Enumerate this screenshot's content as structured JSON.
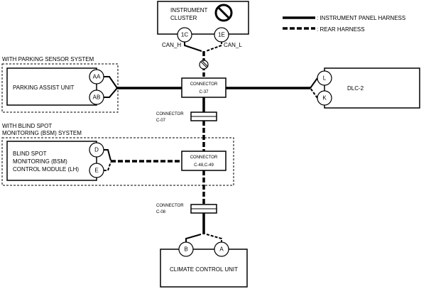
{
  "legend": {
    "solid_label": ": INSTRUMENT PANEL HARNESS",
    "dashed_label": ": REAR HARNESS"
  },
  "instrument_cluster": {
    "line1": "INSTRUMENT",
    "line2": "CLUSTER",
    "pin_left": "1C",
    "pin_right": "1E",
    "can_h": "CAN_H",
    "can_l": "CAN_L"
  },
  "parking_group": {
    "title": "WITH PARKING SENSOR SYSTEM",
    "unit": "PARKING ASSIST UNIT",
    "pin_top": "AA",
    "pin_bottom": "AB"
  },
  "connector_c37": {
    "line1": "CONNECTOR",
    "line2": "C-37"
  },
  "dlc": {
    "label": "DLC-2",
    "pin_top": "L",
    "pin_bottom": "K"
  },
  "connector_c07": {
    "line1": "CONNECTOR",
    "line2": "C-07"
  },
  "bsm_group": {
    "title_line1": "WITH BLIND SPOT",
    "title_line2": "MONITORING (BSM) SYSTEM",
    "unit_line1": "BLIND SPOT",
    "unit_line2": "MONITORING (BSM)",
    "unit_line3": "CONTROL MODULE (LH)",
    "pin_top": "D",
    "pin_bottom": "E"
  },
  "connector_c48": {
    "line1": "CONNECTOR",
    "line2": "C-48,C-49"
  },
  "connector_c08": {
    "line1": "CONNECTOR",
    "line2": "C-08"
  },
  "climate": {
    "label": "CLIMATE CONTROL UNIT",
    "pin_left": "B",
    "pin_right": "A"
  }
}
